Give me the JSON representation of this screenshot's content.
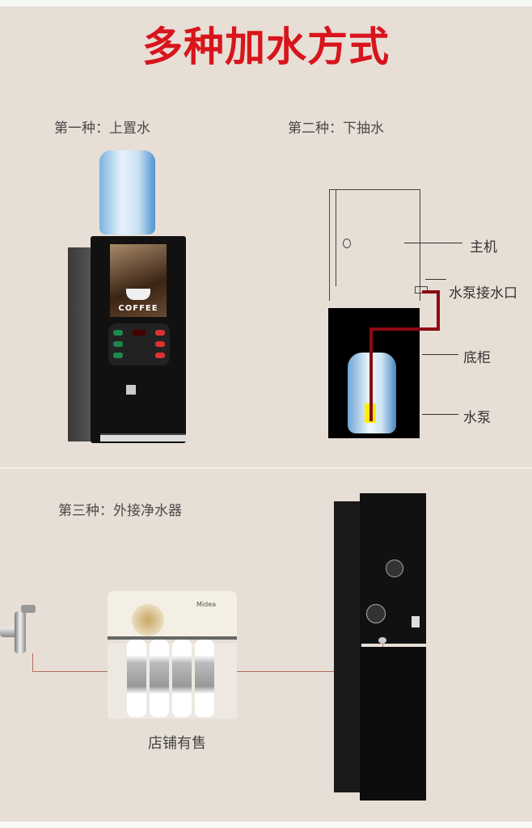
{
  "title": "多种加水方式",
  "method1": {
    "label": "第一种：上置水"
  },
  "method2": {
    "label": "第二种：下抽水",
    "parts": {
      "main_unit": "主机",
      "pump_inlet": "水泵接水口",
      "base_cabinet": "底柜",
      "pump": "水泵"
    }
  },
  "method3": {
    "label": "第三种：外接净水器",
    "caption": "店铺有售"
  },
  "logos": {
    "coffee_panel": "COFFEE",
    "purifier_brand": "Midea"
  },
  "colors": {
    "title": "#d8141c",
    "pipe": "#8b0a14",
    "pump": "#ffee00"
  }
}
